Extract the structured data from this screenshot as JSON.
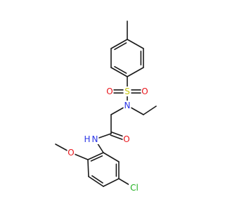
{
  "molecule": {
    "colors": {
      "carbon": "#1a1a1a",
      "oxygen": "#e8141a",
      "nitrogen": "#2a35e6",
      "sulfur": "#c6c60c",
      "chlorine": "#1fb01f"
    },
    "labels": {
      "sulfonyl_o_left": "O",
      "sulfur": "S",
      "sulfonyl_o_right": "O",
      "sulfonamide_n": "N",
      "amide_o": "O",
      "amide_n": "N",
      "amide_h": "H",
      "methoxy_o": "O",
      "chlorine": "Cl"
    }
  }
}
